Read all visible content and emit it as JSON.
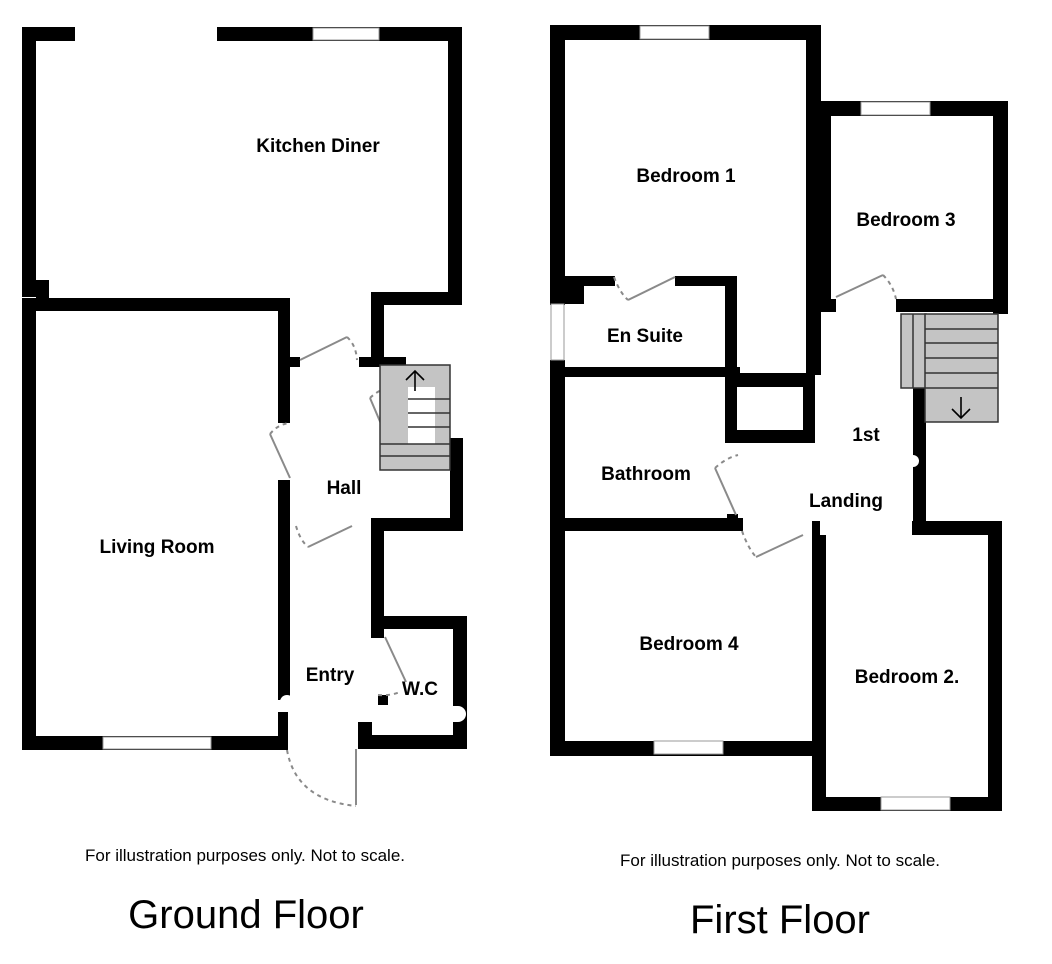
{
  "ground_floor": {
    "title": "Ground Floor",
    "note": "For illustration purposes only. Not to scale.",
    "rooms": {
      "kitchen_diner": "Kitchen Diner",
      "living_room": "Living Room",
      "hall": "Hall",
      "entry": "Entry",
      "wc": "W.C"
    },
    "stairs": {
      "direction": "up",
      "arrow_glyph": "↑"
    }
  },
  "first_floor": {
    "title": "First Floor",
    "note": "For illustration purposes only. Not to scale.",
    "rooms": {
      "bedroom_1": "Bedroom 1",
      "bedroom_2": "Bedroom 2.",
      "bedroom_3": "Bedroom 3",
      "bedroom_4": "Bedroom 4",
      "en_suite": "En Suite",
      "bathroom": "Bathroom",
      "landing_line1": "1st",
      "landing_line2": "Landing"
    },
    "stairs": {
      "direction": "down",
      "arrow_glyph": "↓"
    }
  },
  "colors": {
    "wall": "#000000",
    "stair_fill": "#c4c4c4",
    "door_line": "#8a8a8a",
    "background": "#ffffff"
  }
}
